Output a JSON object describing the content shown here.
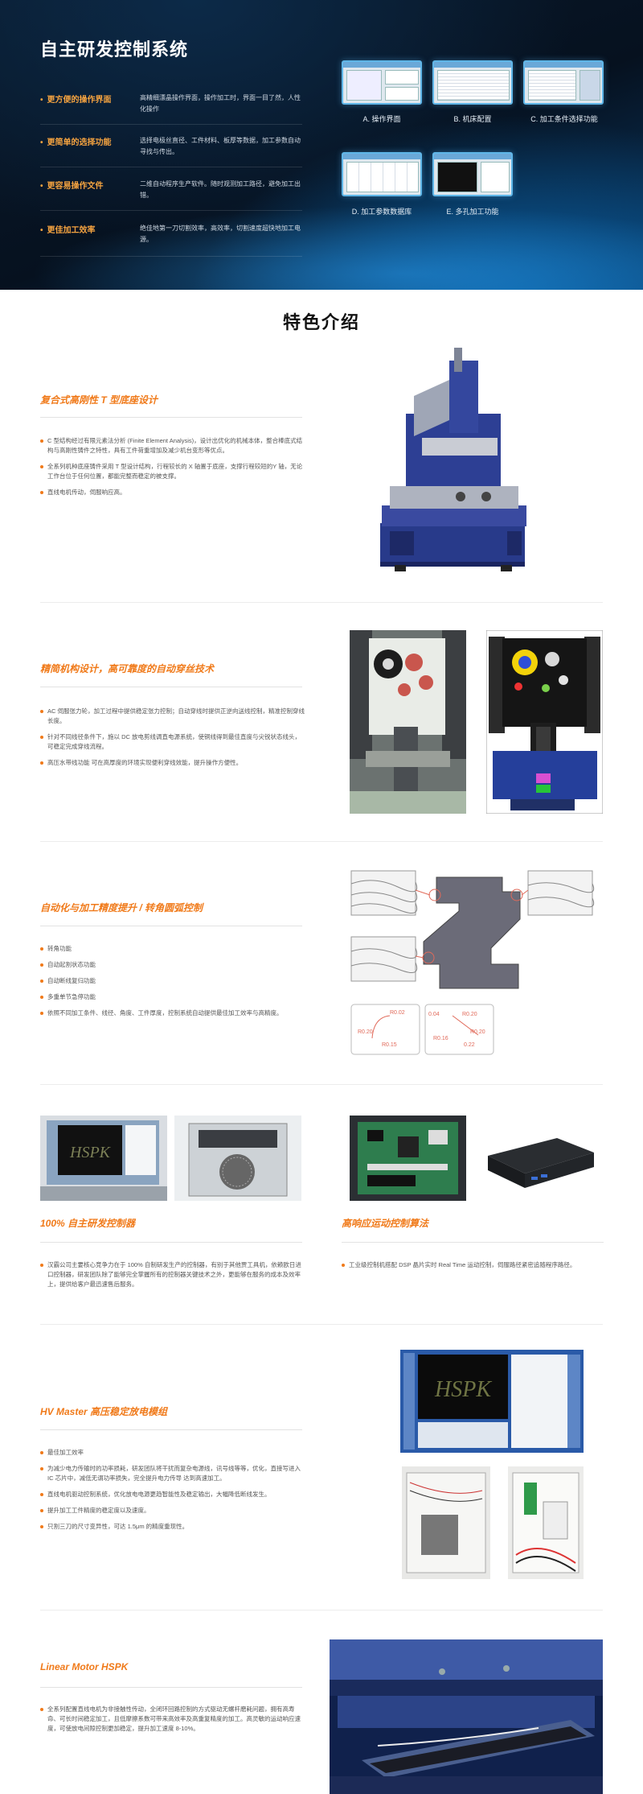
{
  "hero": {
    "title": "自主研发控制系统",
    "features": [
      {
        "key": "更方便的操作界面",
        "value": "高精细漂晶操作界面，操作加工时，界面一目了然，人性化操作"
      },
      {
        "key": "更简单的选择功能",
        "value": "选择电极丝直径、工件材料、板厚等数据，加工参数自动寻找与传出。"
      },
      {
        "key": "更容易操作文件",
        "value": "二维自动程序生产软件。随时观测加工路径，避免加工出错。"
      },
      {
        "key": "更佳加工效率",
        "value": "绝佳地第一刀切割效率，高效率，切割速度超快地加工电源。"
      }
    ],
    "screens": [
      {
        "caption": "A. 操作界面"
      },
      {
        "caption": "B. 机床配置"
      },
      {
        "caption": "C. 加工条件选择功能"
      },
      {
        "caption": "D. 加工参数数据库"
      },
      {
        "caption": "E. 多孔加工功能"
      }
    ]
  },
  "section_title": "特色介绍",
  "blocks": [
    {
      "title": "复合式高刚性 T 型底座设计",
      "bullets": [
        "C 型结构经过有限元素法分析 (Finite Element Analysis)，设计出优化的机械本体，整合棒底式结构与高刚性铸件之特性，具有工件荷重增加及减少机台变形等优点。",
        "全系列机种底座铸件采用 T 型设计结构，行程较长的 X 轴置于底座，支撑行程较短的Y 轴，无论工作台位于任何位置，都能完整而稳定的被支撑。",
        "直线电机传动，伺服响应高。"
      ]
    },
    {
      "title": "精简机构设计，高可靠度的自动穿丝技术",
      "bullets": [
        "AC 伺服张力轮，加工过程中提供稳定张力控制；自动穿线时提供正逆向送线控制，精准控制穿线长度。",
        "针对不同线径条件下，施以 DC 放电剪线调直电源系统，使铜线得到最佳直度与尖锐状态线头，可稳定完成穿线流程。",
        "高压水带线功能 可在高厚度的环境实现便利穿线效能，提升操作方便性。"
      ]
    },
    {
      "title": "自动化与加工精度提升 / 转角圆弧控制",
      "bullets": [
        "转角功能",
        "自动起割状态功能",
        "自动断线复归功能",
        "多重单节急停功能",
        "依照不同加工条件、线径、角度、工件厚度，控制系统自动提供最佳加工效率与高精度。"
      ],
      "corner_labels": [
        "R0.02",
        "R0.20",
        "R0.15",
        "0.04",
        "R0.20",
        "R0.20",
        "R0.16",
        "0.22"
      ]
    },
    {
      "title_left": "100% 自主研发控制器",
      "bullets_left": [
        "汉霸公司主要核心竞争力在于 100% 自制研发生产的控制器，有别于其他贾工具机，依赖欧日进口控制器，研发团队除了能够完全掌握所有的控制器关键技术之外，更能够在服务的成本及效率上，提供给客户最迅速售后服务。"
      ],
      "title_right": "高响应运动控制算法",
      "bullets_right": [
        "工业级控制机搭配 DSP 晶片实时 Real Time 运动控制，伺服路径紧密追随程序路径。"
      ],
      "screen_text": "HSPK"
    },
    {
      "title": "HV Master 高压稳定放电模组",
      "bullets": [
        "最佳加工效率",
        "为减少电力传输时的功率损耗，研发团队将干扰而复杂电源线，讯号线等等，优化，直接写进入 IC 芯片中，减低无谓功率损失，完全提升电力传导 达到高速加工。",
        "直线电机驱动控制系统，优化放电电源更趋智能性及稳定输出，大幅降低断线发生。",
        "提升加工工件精度的稳定度以及速度。",
        "只割三刀的尺寸变异性，可达 1.5μm 的精度重现性。"
      ],
      "screen_text": "HSPK"
    },
    {
      "title": "Linear Motor HSPK",
      "bullets": [
        "全系列配置直线电机为非接触性传动，全闭环回路控制的方式驱动无螺杆磨耗问题，拥有高寿命、可长时间稳定加工，且低摩擦系数可带来高效率及高重复精度的加工。高灵敏的运动响应速度，可使放电间隙控制更加稳定，提升加工速度 8-10%。"
      ]
    }
  ],
  "colors": {
    "accent": "#f07a1a",
    "hero_bg": "#0a1a2c",
    "machine_blue": "#2b3a8c"
  }
}
